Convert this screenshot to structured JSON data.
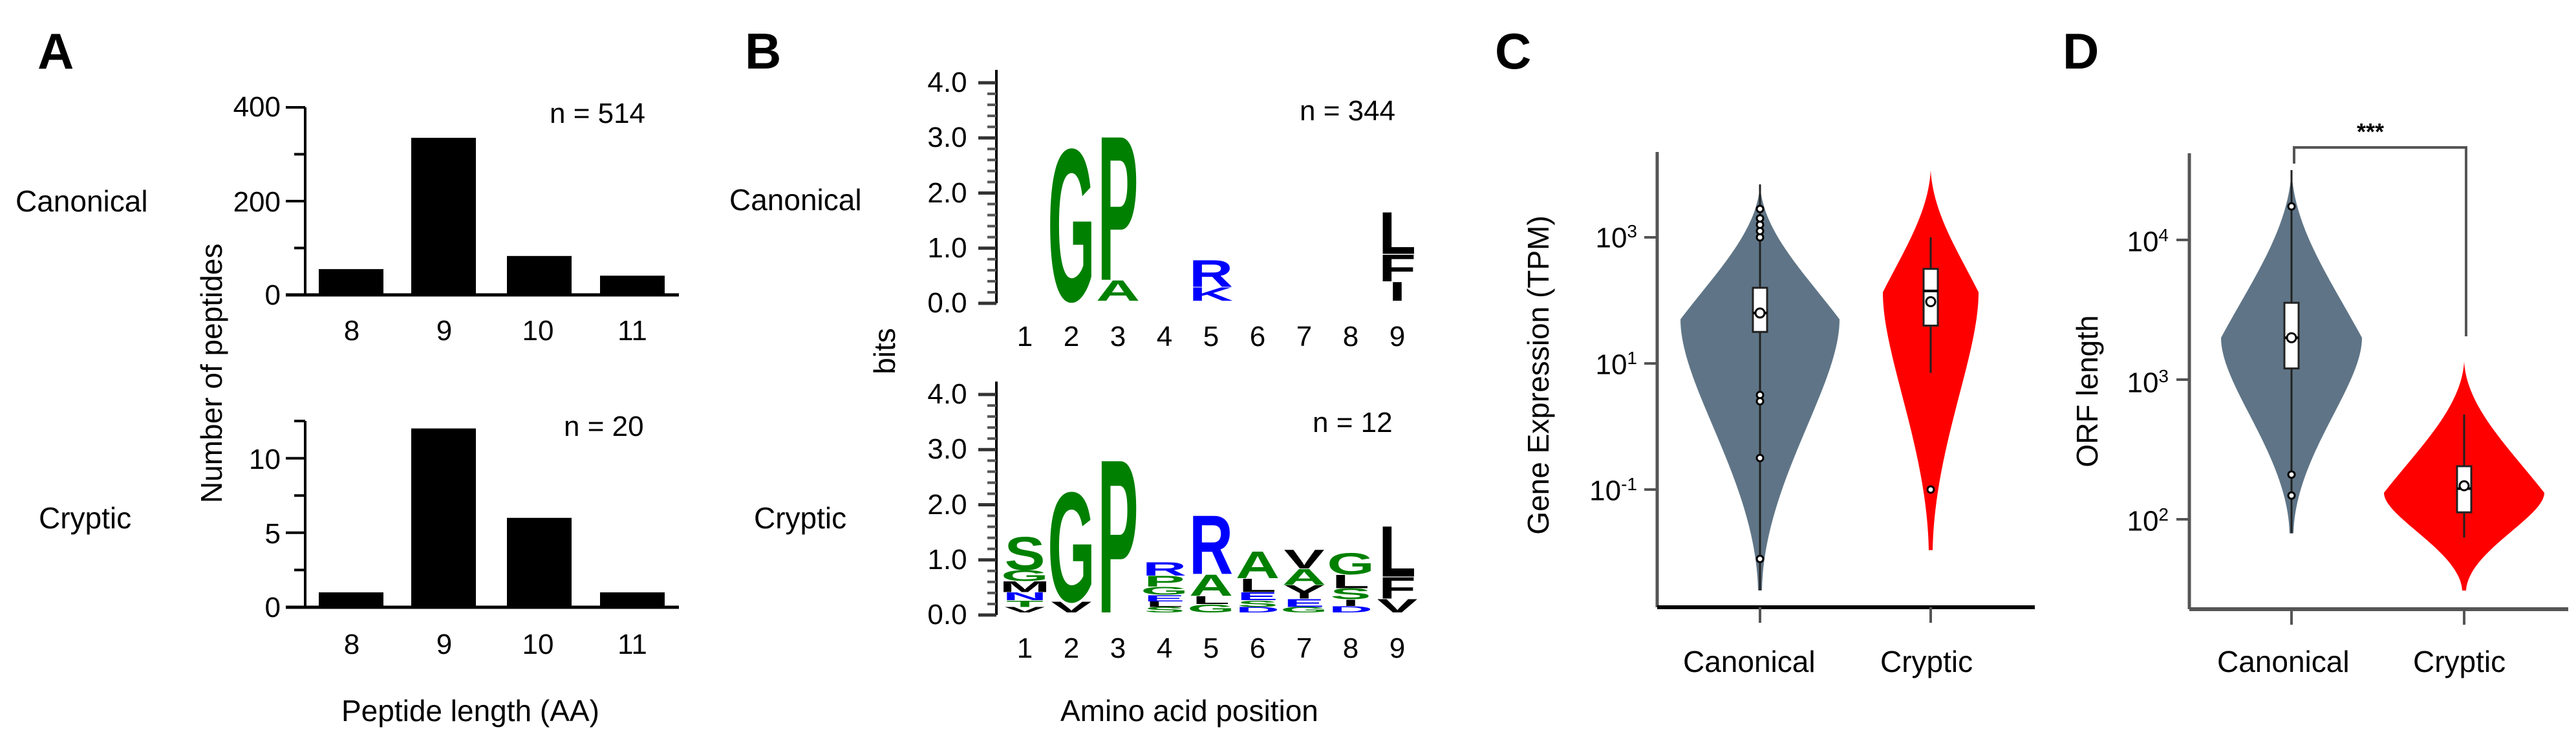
{
  "figure": {
    "panels": [
      "A",
      "B",
      "C",
      "D"
    ],
    "colors": {
      "canonical": "#5f7587",
      "cryptic": "#ff0000",
      "bar": "#000000",
      "logo_green": "#008000",
      "logo_blue": "#0000ff",
      "logo_black": "#000000"
    }
  },
  "panel_a": {
    "letter": "A",
    "row_labels": [
      "Canonical",
      "Cryptic"
    ],
    "ylabel": "Number of peptides",
    "xlabel": "Peptide length (AA)",
    "canonical_n": "n = 514",
    "cryptic_n": "n = 20",
    "canonical_yticks": [
      "400",
      "200",
      "0"
    ],
    "cryptic_yticks": [
      "10",
      "5",
      "0"
    ],
    "xticks": [
      "8",
      "9",
      "10",
      "11"
    ]
  },
  "panel_b": {
    "letter": "B",
    "row_labels": [
      "Canonical",
      "Cryptic"
    ],
    "ylabel": "bits",
    "xlabel": "Amino acid position",
    "canonical_n": "n = 344",
    "cryptic_n": "n = 12",
    "yticks": [
      "4.0",
      "3.0",
      "2.0",
      "1.0",
      "0.0"
    ],
    "positions": [
      "1",
      "2",
      "3",
      "4",
      "5",
      "6",
      "7",
      "8",
      "9"
    ]
  },
  "panel_c": {
    "letter": "C",
    "ylabel": "Gene Expression (TPM)",
    "yticks": [
      {
        "base": "10",
        "exp": "3"
      },
      {
        "base": "10",
        "exp": "1"
      },
      {
        "base": "10",
        "exp": "-1"
      }
    ],
    "xticks": [
      "Canonical",
      "Cryptic"
    ]
  },
  "panel_d": {
    "letter": "D",
    "ylabel": "ORF length",
    "yticks": [
      {
        "base": "10",
        "exp": "4"
      },
      {
        "base": "10",
        "exp": "3"
      },
      {
        "base": "10",
        "exp": "2"
      }
    ],
    "xticks": [
      "Canonical",
      "Cryptic"
    ],
    "significance": "***"
  },
  "chart_data": [
    {
      "panel": "A-top",
      "type": "bar",
      "title": "Canonical",
      "categories": [
        "8",
        "9",
        "10",
        "11"
      ],
      "values": [
        55,
        335,
        83,
        41
      ],
      "annotation": "n = 514",
      "xlabel": "Peptide length (AA)",
      "ylabel": "Number of peptides",
      "ylim": [
        0,
        400
      ],
      "yticks": [
        0,
        200,
        400
      ],
      "minor_yticks": [
        100,
        300
      ],
      "grid": false
    },
    {
      "panel": "A-bottom",
      "type": "bar",
      "title": "Cryptic",
      "categories": [
        "8",
        "9",
        "10",
        "11"
      ],
      "values": [
        1,
        12,
        6,
        1
      ],
      "annotation": "n = 20",
      "xlabel": "Peptide length (AA)",
      "ylabel": "Number of peptides",
      "ylim": [
        0,
        12.5
      ],
      "yticks": [
        0,
        5,
        10
      ],
      "minor_yticks": [
        2.5,
        7.5,
        12.5
      ],
      "grid": false
    },
    {
      "panel": "B-top",
      "type": "sequence_logo",
      "title": "Canonical",
      "annotation": "n = 344",
      "ylabel": "bits",
      "xlabel": "Amino acid position",
      "ylim": [
        0,
        4.0
      ],
      "positions": [
        1,
        2,
        3,
        4,
        5,
        6,
        7,
        8,
        9
      ],
      "stacks": [
        {
          "pos": 1,
          "letters": []
        },
        {
          "pos": 2,
          "letters": [
            {
              "aa": "G",
              "bits": 2.85,
              "color": "#008000"
            }
          ]
        },
        {
          "pos": 3,
          "letters": [
            {
              "aa": "P",
              "bits": 2.7,
              "color": "#008000"
            },
            {
              "aa": "A",
              "bits": 0.38,
              "color": "#008000"
            }
          ]
        },
        {
          "pos": 4,
          "letters": []
        },
        {
          "pos": 5,
          "letters": [
            {
              "aa": "R",
              "bits": 0.5,
              "color": "#0000ff"
            },
            {
              "aa": "K",
              "bits": 0.25,
              "color": "#0000ff"
            }
          ]
        },
        {
          "pos": 6,
          "letters": []
        },
        {
          "pos": 7,
          "letters": []
        },
        {
          "pos": 8,
          "letters": []
        },
        {
          "pos": 9,
          "letters": [
            {
              "aa": "L",
              "bits": 0.78,
              "color": "#000000"
            },
            {
              "aa": "F",
              "bits": 0.5,
              "color": "#000000"
            },
            {
              "aa": "I",
              "bits": 0.35,
              "color": "#000000"
            }
          ]
        }
      ]
    },
    {
      "panel": "B-bottom",
      "type": "sequence_logo",
      "title": "Cryptic",
      "annotation": "n = 12",
      "ylabel": "bits",
      "xlabel": "Amino acid position",
      "ylim": [
        0,
        4.0
      ],
      "positions": [
        1,
        2,
        3,
        4,
        5,
        6,
        7,
        8,
        9
      ],
      "stacks": [
        {
          "pos": 1,
          "letters": [
            {
              "aa": "S",
              "bits": 0.62,
              "color": "#008000"
            },
            {
              "aa": "G",
              "bits": 0.2,
              "color": "#008000"
            },
            {
              "aa": "M",
              "bits": 0.2,
              "color": "#000000"
            },
            {
              "aa": "N",
              "bits": 0.15,
              "color": "#0000ff"
            },
            {
              "aa": "T",
              "bits": 0.12,
              "color": "#008000"
            },
            {
              "aa": "V",
              "bits": 0.1,
              "color": "#000000"
            }
          ]
        },
        {
          "pos": 2,
          "letters": [
            {
              "aa": "G",
              "bits": 2.05,
              "color": "#008000"
            },
            {
              "aa": "V",
              "bits": 0.2,
              "color": "#000000"
            }
          ]
        },
        {
          "pos": 3,
          "letters": [
            {
              "aa": "P",
              "bits": 2.87,
              "color": "#008000"
            }
          ]
        },
        {
          "pos": 4,
          "letters": [
            {
              "aa": "R",
              "bits": 0.25,
              "color": "#0000ff"
            },
            {
              "aa": "P",
              "bits": 0.2,
              "color": "#008000"
            },
            {
              "aa": "G",
              "bits": 0.15,
              "color": "#008000"
            },
            {
              "aa": "E",
              "bits": 0.12,
              "color": "#0000ff"
            },
            {
              "aa": "L",
              "bits": 0.1,
              "color": "#000000"
            },
            {
              "aa": "S",
              "bits": 0.1,
              "color": "#008000"
            }
          ]
        },
        {
          "pos": 5,
          "letters": [
            {
              "aa": "R",
              "bits": 1.1,
              "color": "#0000ff"
            },
            {
              "aa": "A",
              "bits": 0.4,
              "color": "#008000"
            },
            {
              "aa": "L",
              "bits": 0.15,
              "color": "#000000"
            },
            {
              "aa": "G",
              "bits": 0.15,
              "color": "#008000"
            }
          ]
        },
        {
          "pos": 6,
          "letters": [
            {
              "aa": "A",
              "bits": 0.5,
              "color": "#008000"
            },
            {
              "aa": "L",
              "bits": 0.25,
              "color": "#000000"
            },
            {
              "aa": "E",
              "bits": 0.15,
              "color": "#0000ff"
            },
            {
              "aa": "S",
              "bits": 0.12,
              "color": "#008000"
            },
            {
              "aa": "D",
              "bits": 0.1,
              "color": "#0000ff"
            }
          ]
        },
        {
          "pos": 7,
          "letters": [
            {
              "aa": "V",
              "bits": 0.35,
              "color": "#000000"
            },
            {
              "aa": "A",
              "bits": 0.3,
              "color": "#008000"
            },
            {
              "aa": "Y",
              "bits": 0.25,
              "color": "#000000"
            },
            {
              "aa": "E",
              "bits": 0.15,
              "color": "#0000ff"
            },
            {
              "aa": "G",
              "bits": 0.1,
              "color": "#008000"
            }
          ]
        },
        {
          "pos": 8,
          "letters": [
            {
              "aa": "G",
              "bits": 0.4,
              "color": "#008000"
            },
            {
              "aa": "L",
              "bits": 0.25,
              "color": "#000000"
            },
            {
              "aa": "S",
              "bits": 0.2,
              "color": "#008000"
            },
            {
              "aa": "I",
              "bits": 0.12,
              "color": "#000000"
            },
            {
              "aa": "D",
              "bits": 0.12,
              "color": "#0000ff"
            }
          ]
        },
        {
          "pos": 9,
          "letters": [
            {
              "aa": "L",
              "bits": 0.95,
              "color": "#000000"
            },
            {
              "aa": "F",
              "bits": 0.4,
              "color": "#000000"
            },
            {
              "aa": "V",
              "bits": 0.25,
              "color": "#000000"
            }
          ]
        }
      ]
    },
    {
      "panel": "C",
      "type": "violin",
      "title": "",
      "categories": [
        "Canonical",
        "Cryptic"
      ],
      "ylabel": "Gene Expression (TPM)",
      "yscale": "log10",
      "ylim_log10": [
        -3.3,
        4.4
      ],
      "yticks": [
        "10^3",
        "10^1",
        "10^-1"
      ],
      "series": [
        {
          "name": "Canonical",
          "color": "#5f7587",
          "min_log10": -2.6,
          "max_log10": 3.84,
          "q1_log10": 1.5,
          "median_log10": 1.8,
          "q3_log10": 2.2,
          "mean_log10": 1.8,
          "outliers_log10": [
            3.0,
            3.1,
            3.2,
            3.3,
            3.45,
            0.5,
            0.4,
            -0.5,
            -2.1
          ]
        },
        {
          "name": "Cryptic",
          "color": "#ff0000",
          "min_log10": -1.96,
          "max_log10": 4.06,
          "q1_log10": 1.6,
          "median_log10": 2.15,
          "q3_log10": 2.5,
          "mean_log10": 1.98,
          "whisker_low_log10": 0.85,
          "whisker_high_log10": 3.0,
          "outliers_log10": [
            -1.0
          ]
        }
      ]
    },
    {
      "panel": "D",
      "type": "violin",
      "title": "",
      "categories": [
        "Canonical",
        "Cryptic"
      ],
      "ylabel": "ORF length",
      "yscale": "log10",
      "ylim_log10": [
        1.3,
        4.8
      ],
      "yticks": [
        "10^4",
        "10^3",
        "10^2"
      ],
      "significance": {
        "label": "***",
        "between": [
          "Canonical",
          "Cryptic"
        ]
      },
      "series": [
        {
          "name": "Canonical",
          "color": "#5f7587",
          "min_log10": 1.9,
          "max_log10": 4.5,
          "q1_log10": 3.08,
          "median_log10": 3.3,
          "q3_log10": 3.55,
          "mean_log10": 3.3,
          "outliers_log10": [
            4.24,
            2.32,
            2.17
          ]
        },
        {
          "name": "Cryptic",
          "color": "#ff0000",
          "min_log10": 1.49,
          "max_log10": 3.13,
          "q1_log10": 2.05,
          "median_log10": 2.22,
          "q3_log10": 2.38,
          "mean_log10": 2.24,
          "whisker_low_log10": 1.87,
          "whisker_high_log10": 2.75,
          "outliers_log10": []
        }
      ]
    }
  ]
}
